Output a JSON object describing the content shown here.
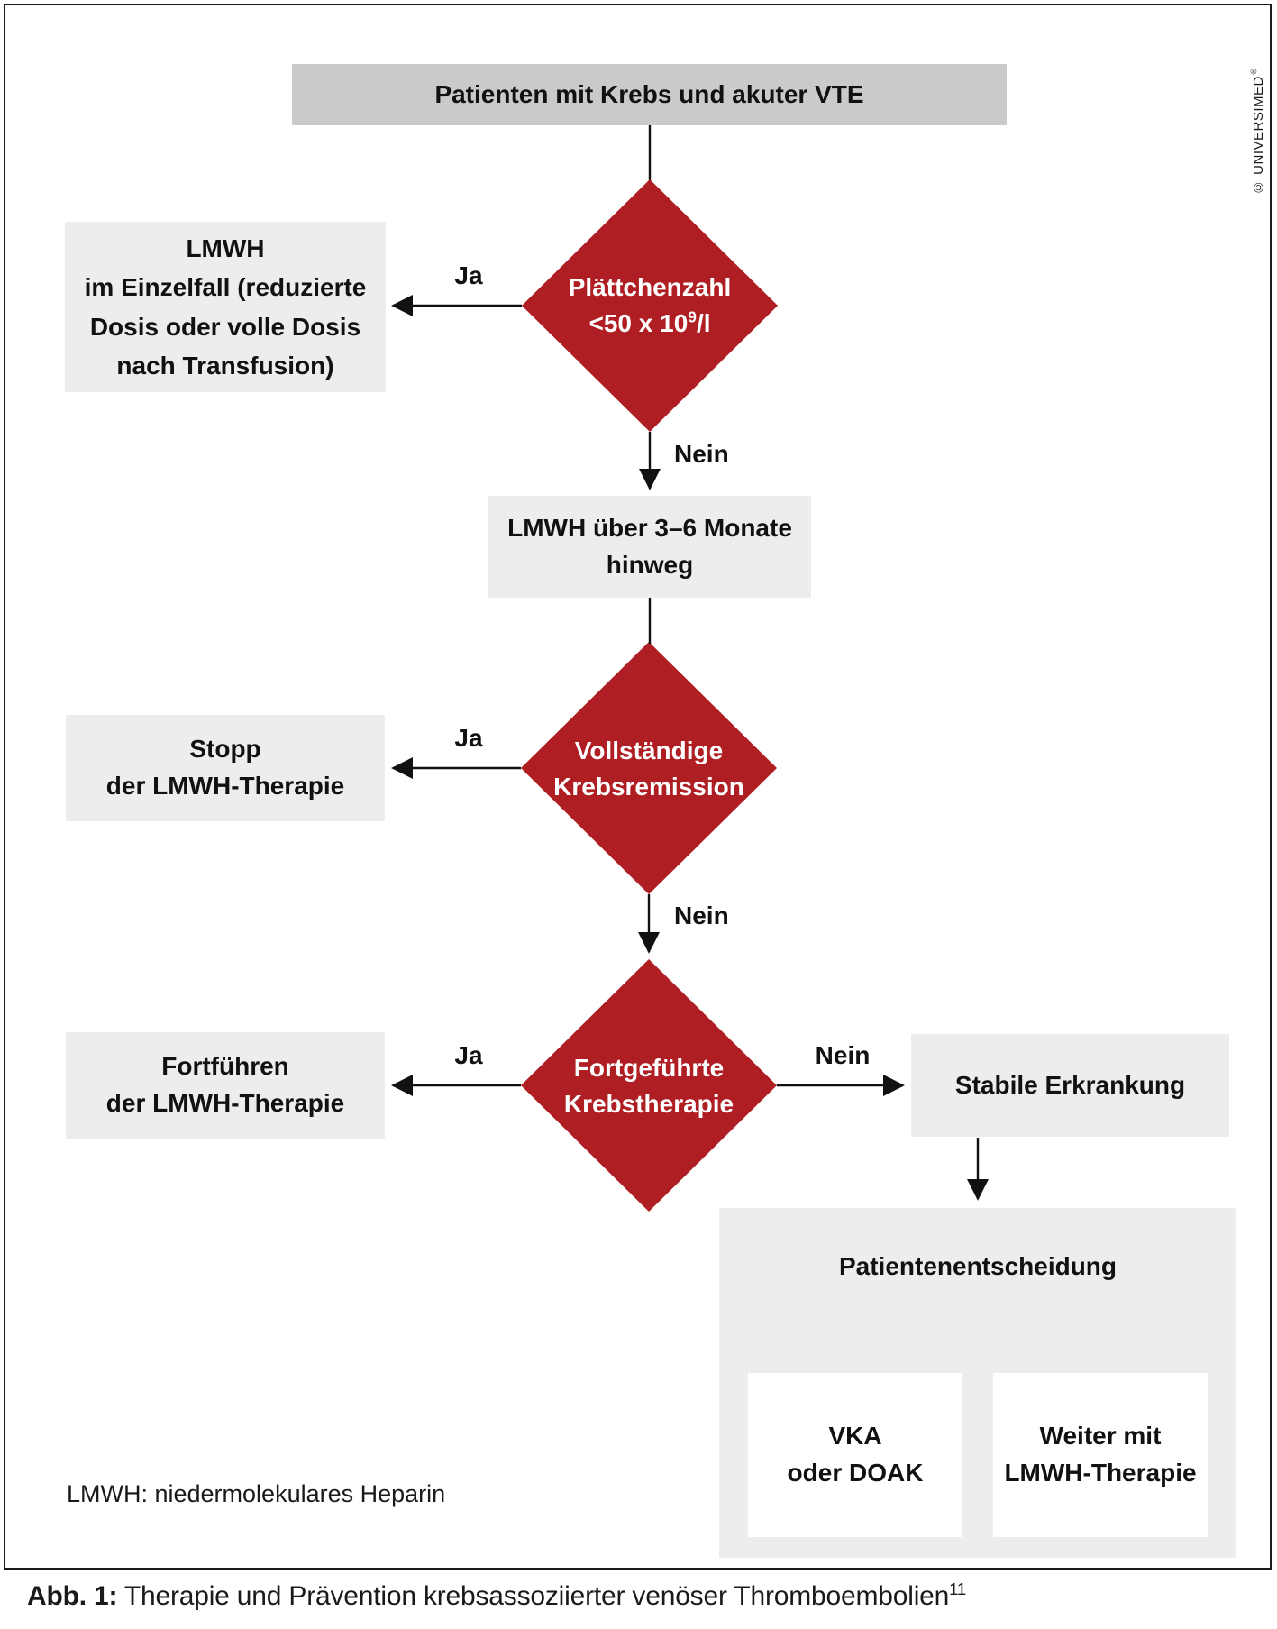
{
  "colors": {
    "red": "#AF1E23",
    "header_gray": "#C9CACA",
    "box_gray": "#ECEDED",
    "container_gray": "#ECEDED",
    "white": "#FFFFFF",
    "line": "#111111"
  },
  "credit": {
    "text": "© UNIVERSIMED",
    "reg_mark": "®"
  },
  "labels": {
    "yes": "Ja",
    "no": "Nein"
  },
  "flow": {
    "start": {
      "line1": "Patienten mit Krebs und akuter VTE"
    },
    "decision_platelets": {
      "line1": "Plättchenzahl",
      "line2_pre": "<50 x 10",
      "line2_sup": "9",
      "line2_post": "/l"
    },
    "box_lmwh_einzelfall": {
      "line1": "LMWH",
      "line2": "im Einzelfall (reduzierte",
      "line3": "Dosis oder volle Dosis",
      "line4": "nach Transfusion)"
    },
    "box_lmwh_monate": {
      "line1": "LMWH über 3–6 Monate",
      "line2": "hinweg"
    },
    "decision_remission": {
      "line1": "Vollständige",
      "line2": "Krebsremission"
    },
    "box_stopp": {
      "line1": "Stopp",
      "line2": "der LMWH-Therapie"
    },
    "decision_krebstherapie": {
      "line1": "Fortgeführte",
      "line2": "Krebstherapie"
    },
    "box_fortfuehren": {
      "line1": "Fortführen",
      "line2": "der LMWH-Therapie"
    },
    "box_stabile": {
      "line1": "Stabile Erkrankung"
    },
    "container_patientenentscheidung": {
      "title": "Patientenentscheidung"
    },
    "box_vka": {
      "line1": "VKA",
      "line2": "oder DOAK"
    },
    "box_weiter": {
      "line1": "Weiter mit",
      "line2": "LMWH-Therapie"
    }
  },
  "footnote": {
    "text": "LMWH: niedermolekulares Heparin"
  },
  "caption": {
    "prefix": "Abb. 1:",
    "text": " Therapie und Prävention krebsassoziierter venöser Thromboembolien",
    "superscript": "11"
  }
}
